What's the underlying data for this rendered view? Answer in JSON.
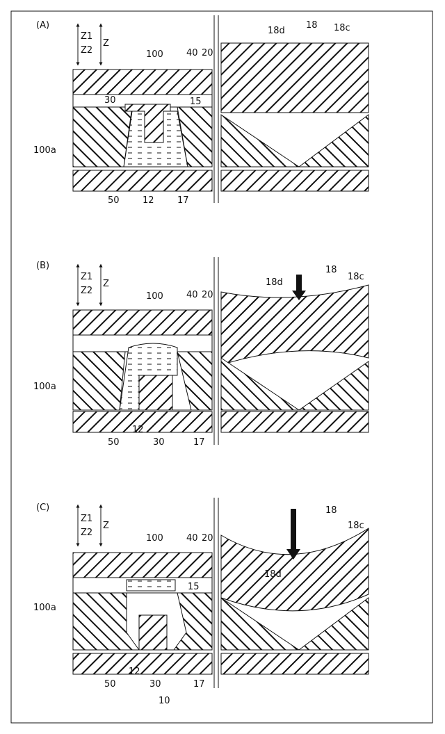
{
  "panels": [
    {
      "id": "A",
      "letter": "(A)",
      "labels": {
        "z1": "Z1",
        "z2": "Z2",
        "z": "Z",
        "n100": "100",
        "n40": "40",
        "n20": "20",
        "n18d": "18d",
        "n18": "18",
        "n18c": "18c",
        "n30": "30",
        "n15": "15",
        "n100a": "100a",
        "n50": "50",
        "n12": "12",
        "n17": "17"
      }
    },
    {
      "id": "B",
      "letter": "(B)",
      "labels": {
        "z1": "Z1",
        "z2": "Z2",
        "z": "Z",
        "n100": "100",
        "n40": "40",
        "n20": "20",
        "n18d": "18d",
        "n18": "18",
        "n18c": "18c",
        "n100a": "100a",
        "n50": "50",
        "n12": "12",
        "n30": "30",
        "n17": "17"
      }
    },
    {
      "id": "C",
      "letter": "(C)",
      "labels": {
        "z1": "Z1",
        "z2": "Z2",
        "z": "Z",
        "n100": "100",
        "n40": "40",
        "n20": "20",
        "n18d": "18d",
        "n18": "18",
        "n18c": "18c",
        "n15": "15",
        "n100a": "100a",
        "n50": "50",
        "n12": "12",
        "n30": "30",
        "n17": "17",
        "n10": "10"
      }
    }
  ]
}
